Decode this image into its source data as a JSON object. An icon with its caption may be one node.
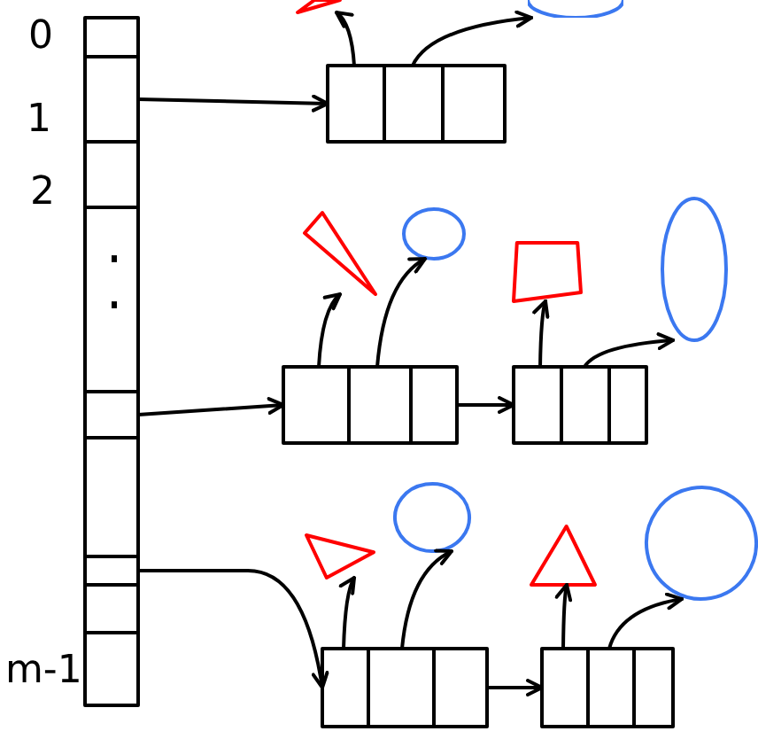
{
  "diagram": {
    "nodes": [
      {
        "text": [],
        "shape": "box"
      },
      {
        "text": [],
        "shape": "box",
        "in": 0
      },
      {
        "text": [],
        "shape": "box",
        "in": 0
      },
      {
        "text": [],
        "shape": "box",
        "in": 0
      },
      {
        "text": [],
        "shape": "triangle"
      },
      {
        "text": [],
        "shape": "oval"
      },
      {
        "text": [],
        "shape": "box"
      },
      {
        "text": [],
        "shape": "triangle"
      },
      {
        "text": [],
        "shape": "circle"
      },
      {
        "text": [],
        "shape": "trapezoid"
      },
      {
        "text": [],
        "shape": "oval"
      },
      {
        "text": [],
        "shape": "box"
      },
      {
        "text": [],
        "shape": "box"
      },
      {
        "text": [],
        "shape": "triangle"
      },
      {
        "text": [],
        "shape": "oval"
      },
      {
        "text": [],
        "shape": "triangle"
      },
      {
        "text": [],
        "shape": "oval"
      },
      {
        "text": [],
        "shape": "box"
      },
      {
        "text": [],
        "shape": "box"
      }
    ],
    "edges": [
      {
        "from": 1,
        "to": 6,
        "arrow": "to"
      },
      {
        "from": 6,
        "to": 4,
        "arrow": "to"
      },
      {
        "from": 6,
        "to": 5,
        "arrow": "to"
      },
      {
        "from": 2,
        "to": 11,
        "arrow": "to"
      },
      {
        "from": 11,
        "to": 7,
        "arrow": "to"
      },
      {
        "from": 11,
        "to": 8,
        "arrow": "to"
      },
      {
        "from": 11,
        "to": 12,
        "arrow": "to"
      },
      {
        "from": 12,
        "to": 9,
        "arrow": "to"
      },
      {
        "from": 12,
        "to": 10,
        "arrow": "to"
      },
      {
        "from": 3,
        "to": 17,
        "arrow": "to"
      },
      {
        "from": 17,
        "to": 13,
        "arrow": "to"
      },
      {
        "from": 17,
        "to": 14,
        "arrow": "to"
      },
      {
        "from": 17,
        "to": 18,
        "arrow": "to"
      },
      {
        "from": 18,
        "to": 15,
        "arrow": "to"
      },
      {
        "from": 18,
        "to": 16,
        "arrow": "to"
      }
    ],
    "labels": [
      "0",
      "1",
      "2",
      "m-1"
    ]
  }
}
